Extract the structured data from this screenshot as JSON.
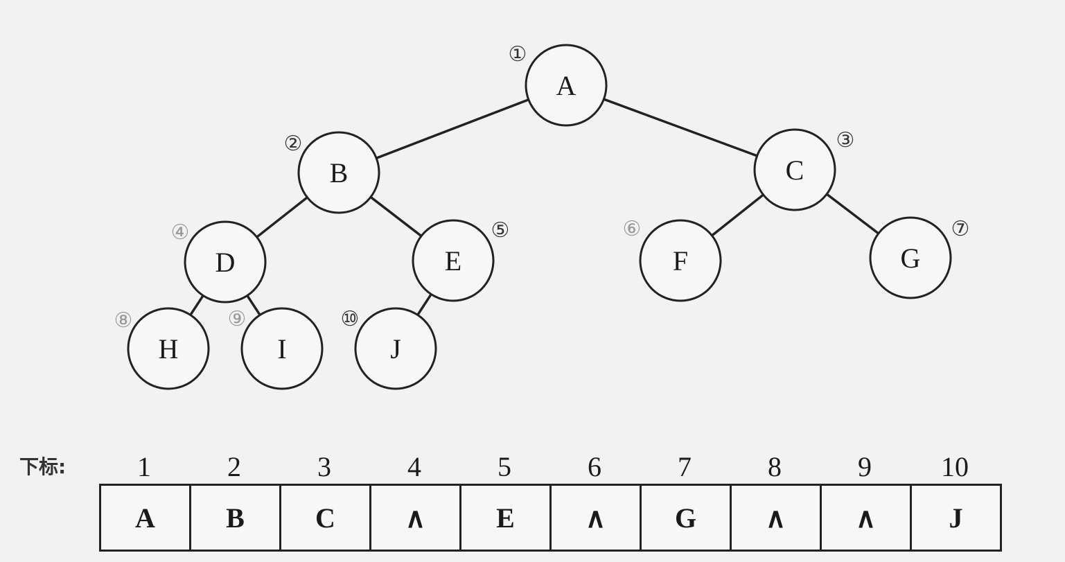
{
  "tree": {
    "nodes": [
      {
        "label": "A",
        "number": "①"
      },
      {
        "label": "B",
        "number": "②"
      },
      {
        "label": "C",
        "number": "③"
      },
      {
        "label": "D",
        "number": "④"
      },
      {
        "label": "E",
        "number": "⑤"
      },
      {
        "label": "F",
        "number": "⑥"
      },
      {
        "label": "G",
        "number": "⑦"
      },
      {
        "label": "H",
        "number": "⑧"
      },
      {
        "label": "I",
        "number": "⑨"
      },
      {
        "label": "J",
        "number": "⑩"
      }
    ],
    "edges": [
      [
        "A",
        "B"
      ],
      [
        "A",
        "C"
      ],
      [
        "B",
        "D"
      ],
      [
        "B",
        "E"
      ],
      [
        "C",
        "F"
      ],
      [
        "C",
        "G"
      ],
      [
        "D",
        "H"
      ],
      [
        "D",
        "I"
      ],
      [
        "E",
        "J"
      ]
    ]
  },
  "array": {
    "index_caption": "下标:",
    "indices": [
      "1",
      "2",
      "3",
      "4",
      "5",
      "6",
      "7",
      "8",
      "9",
      "10"
    ],
    "cells": [
      "A",
      "B",
      "C",
      "∧",
      "E",
      "∧",
      "G",
      "∧",
      "∧",
      "J"
    ]
  }
}
